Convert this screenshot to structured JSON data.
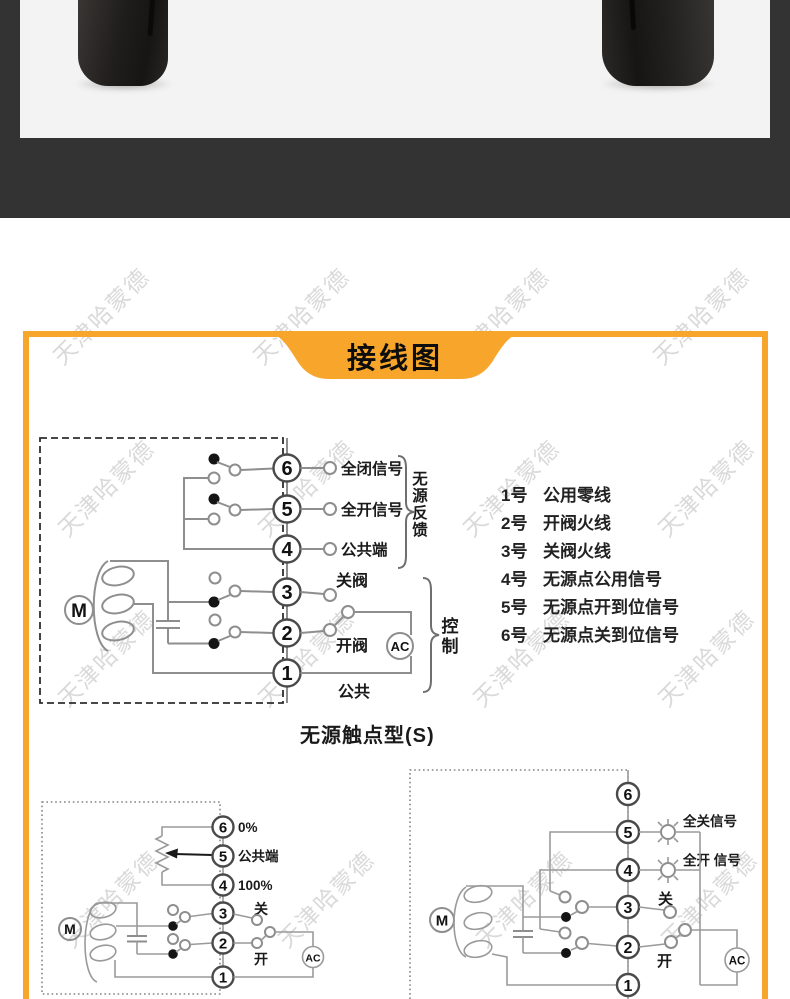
{
  "watermark": {
    "text": "天津哈蒙德"
  },
  "colors": {
    "accent_orange": "#F8A62B",
    "dark_background": "#333333",
    "photo_panel": "#F3F3F3"
  },
  "banner": {
    "title": "接线图"
  },
  "main_diagram": {
    "motor_label": "M",
    "ac_label": "AC",
    "terminals": [
      {
        "num": "6",
        "label": "全闭信号"
      },
      {
        "num": "5",
        "label": "全开信号"
      },
      {
        "num": "4",
        "label": "公共端"
      },
      {
        "num": "3",
        "label": "关阀"
      },
      {
        "num": "2",
        "label": "开阀"
      },
      {
        "num": "1",
        "label": "公共"
      }
    ],
    "feedback_group_chars": [
      "无",
      "源",
      "反",
      "馈"
    ],
    "control_group_chars": [
      "控",
      "制"
    ],
    "caption": "无源触点型(S)"
  },
  "terminal_list": [
    {
      "num": "1号",
      "desc": "公用零线"
    },
    {
      "num": "2号",
      "desc": "开阀火线"
    },
    {
      "num": "3号",
      "desc": "关阀火线"
    },
    {
      "num": "4号",
      "desc": "无源点公用信号"
    },
    {
      "num": "5号",
      "desc": "无源点开到位信号"
    },
    {
      "num": "6号",
      "desc": "无源点关到位信号"
    }
  ],
  "pot_diagram": {
    "motor_label": "M",
    "ac_label": "AC",
    "terminals": [
      {
        "num": "6",
        "label": "0%"
      },
      {
        "num": "5",
        "label": "公共端"
      },
      {
        "num": "4",
        "label": "100%"
      },
      {
        "num": "3",
        "label": "关"
      },
      {
        "num": "2",
        "label": "开"
      },
      {
        "num": "1",
        "label": ""
      }
    ]
  },
  "active_diagram": {
    "motor_label": "M",
    "ac_label": "AC",
    "terminals": [
      {
        "num": "6",
        "label": ""
      },
      {
        "num": "5",
        "label": "全关信号"
      },
      {
        "num": "4",
        "label": "全开 信号"
      },
      {
        "num": "3",
        "label": "关"
      },
      {
        "num": "2",
        "label": "开"
      },
      {
        "num": "1",
        "label": ""
      }
    ]
  }
}
